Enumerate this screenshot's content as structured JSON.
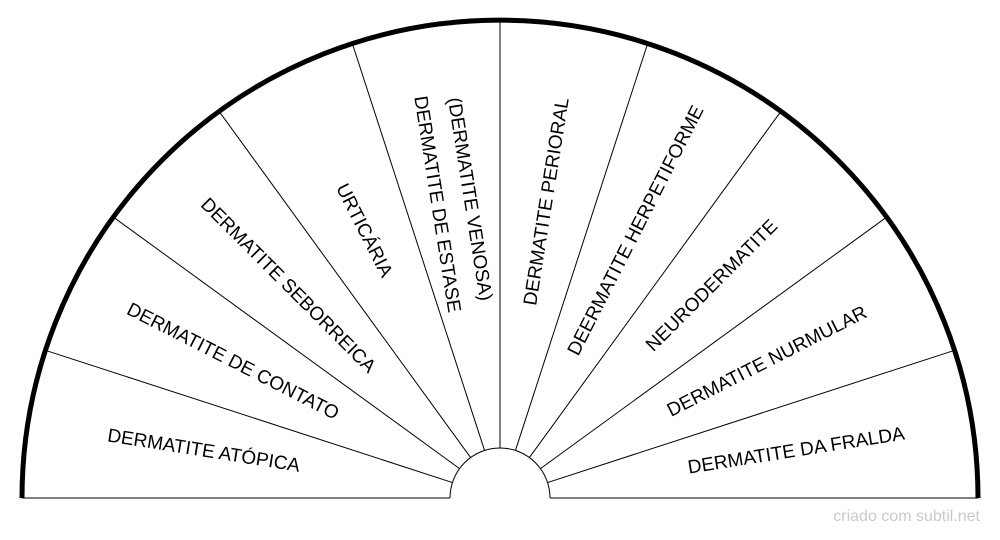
{
  "chart": {
    "sectors": [
      {
        "lines": [
          "DERMATITE ATÓPICA"
        ]
      },
      {
        "lines": [
          "DERMATITE DE CONTATO"
        ]
      },
      {
        "lines": [
          "DERMATITE SEBORREICA"
        ]
      },
      {
        "lines": [
          "URTICÁRIA"
        ]
      },
      {
        "lines": [
          "DERMATITE DE ESTASE",
          "(DERMATITE VENOSA)"
        ]
      },
      {
        "lines": [
          "DERMATITE PERIORAL"
        ]
      },
      {
        "lines": [
          "DEERMATITE HERPETIFORME"
        ]
      },
      {
        "lines": [
          "NEURODERMATITE"
        ]
      },
      {
        "lines": [
          "DERMATITE NURMULAR"
        ]
      },
      {
        "lines": [
          "DERMATITE DA FRALDA"
        ]
      }
    ],
    "colors": {
      "stroke": "#000000",
      "fill": "#ffffff"
    }
  },
  "footer": {
    "credit": "criado com subtil.net"
  }
}
